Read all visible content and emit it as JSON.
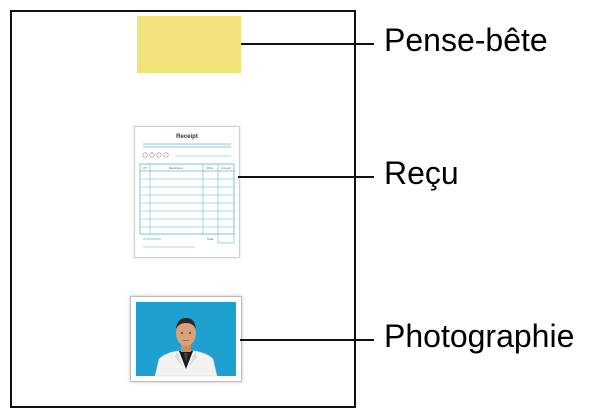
{
  "labels": {
    "note": "Pense-bête",
    "receipt": "Reçu",
    "photo": "Photographie"
  },
  "receipt_doc": {
    "title": "Receipt",
    "col_qty": "QT",
    "col_description": "Description",
    "col_price": "Price",
    "col_amount": "Amount",
    "total": "Total"
  },
  "colors": {
    "note": "#f2e27b",
    "receipt_lines": "#5bb7d6",
    "photo_background": "#1ea0d0",
    "frame": "#111111"
  },
  "icons": {
    "person": "person-portrait-icon"
  }
}
